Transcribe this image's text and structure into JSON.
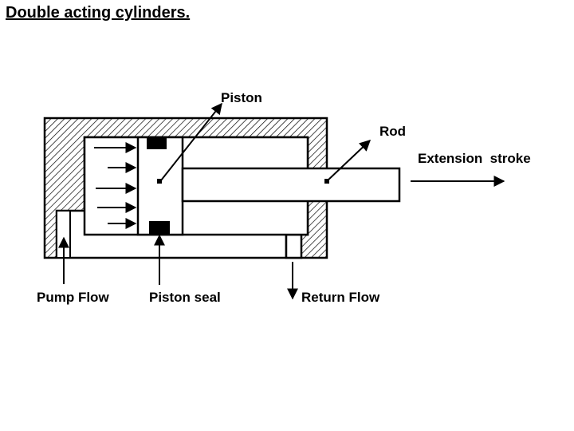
{
  "title": "Double acting cylinders.",
  "labels": {
    "piston": "Piston",
    "rod": "Rod",
    "extension_stroke": "Extension  stroke",
    "pump_flow": "Pump Flow",
    "piston_seal": "Piston seal",
    "return_flow": "Return Flow"
  },
  "colors": {
    "line": "#000000",
    "hatch": "#000000",
    "background": "#ffffff"
  }
}
